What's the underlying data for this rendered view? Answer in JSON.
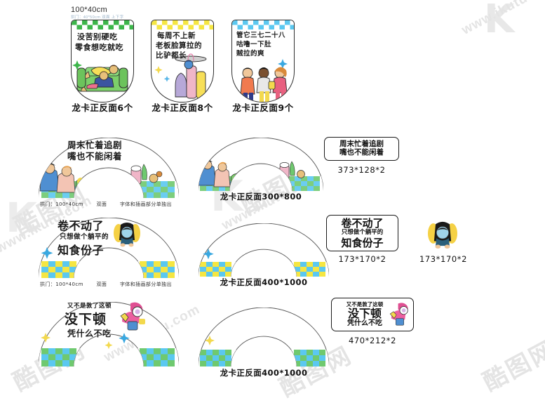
{
  "page": {
    "bg_color": "#ffffff",
    "watermarks": [
      {
        "text": "K",
        "kind": "logo"
      },
      {
        "text": "酷图网",
        "kind": "cn"
      },
      {
        "text": "www.ikutu.com",
        "kind": "url"
      }
    ]
  },
  "top_section": {
    "size_note": "100*40cm",
    "size_sub_note": "拱门：40*50cm   双面   上下字",
    "cards": [
      {
        "id": "card-1",
        "checker_color": "#3cb54a",
        "lines": [
          "没苦别硬吃",
          "零食想吃就吃"
        ],
        "caption": "龙卡正反面6个"
      },
      {
        "id": "card-2",
        "checker_color": "#f5e642",
        "lines": [
          "每周不上新",
          "老板脸算拉的",
          "比驴都长"
        ],
        "caption": "龙卡正反面8个"
      },
      {
        "id": "card-3",
        "checker_color": "#5bc8f0",
        "lines": [
          "管它三七二十八",
          "咕噜一下肚",
          "贼拉的爽"
        ],
        "caption": "龙卡正反面9个"
      }
    ]
  },
  "arch_rows": [
    {
      "id": "row-1",
      "checker_colors": [
        "#6fc96f",
        "#5bc8f0"
      ],
      "headline": [
        "周末忙着追剧",
        "嘴也不能闲着"
      ],
      "spec": [
        "拱门：100*40cm",
        "双面",
        "字体和插画部分单独出"
      ],
      "center_caption": "龙卡正反面300*800",
      "chip": {
        "lines": [
          "周末忙着追剧",
          "嘴也不能闲着"
        ],
        "dimension": "373*128*2"
      },
      "extra_icon": null
    },
    {
      "id": "row-2",
      "checker_colors": [
        "#f5e642",
        "#5bc8f0"
      ],
      "headline": [
        "卷不动了",
        "只想做个躺平的",
        "知食份子"
      ],
      "spec": [
        "拱门：100*40cm",
        "双面",
        "字体和插画部分单独出"
      ],
      "center_caption": "龙卡正反面400*1000",
      "chip": {
        "lines": [
          "卷不动了",
          "只想做个躺平的",
          "知食份子"
        ],
        "dimension": "173*170*2"
      },
      "extra_icon": {
        "name": "tangping-character-icon",
        "dimension": "173*170*2"
      }
    },
    {
      "id": "row-3",
      "checker_colors": [
        "#6fc96f",
        "#5bc8f0"
      ],
      "headline": [
        "又不是敦了这顿",
        "没下顿",
        "凭什么不吃"
      ],
      "spec": null,
      "center_caption": "龙卡正反面400*1000",
      "chip": {
        "lines": [
          "又不是敦了这顿",
          "没下顿",
          "凭什么不吃"
        ],
        "dimension": "470*212*2"
      },
      "extra_icon": null
    }
  ]
}
